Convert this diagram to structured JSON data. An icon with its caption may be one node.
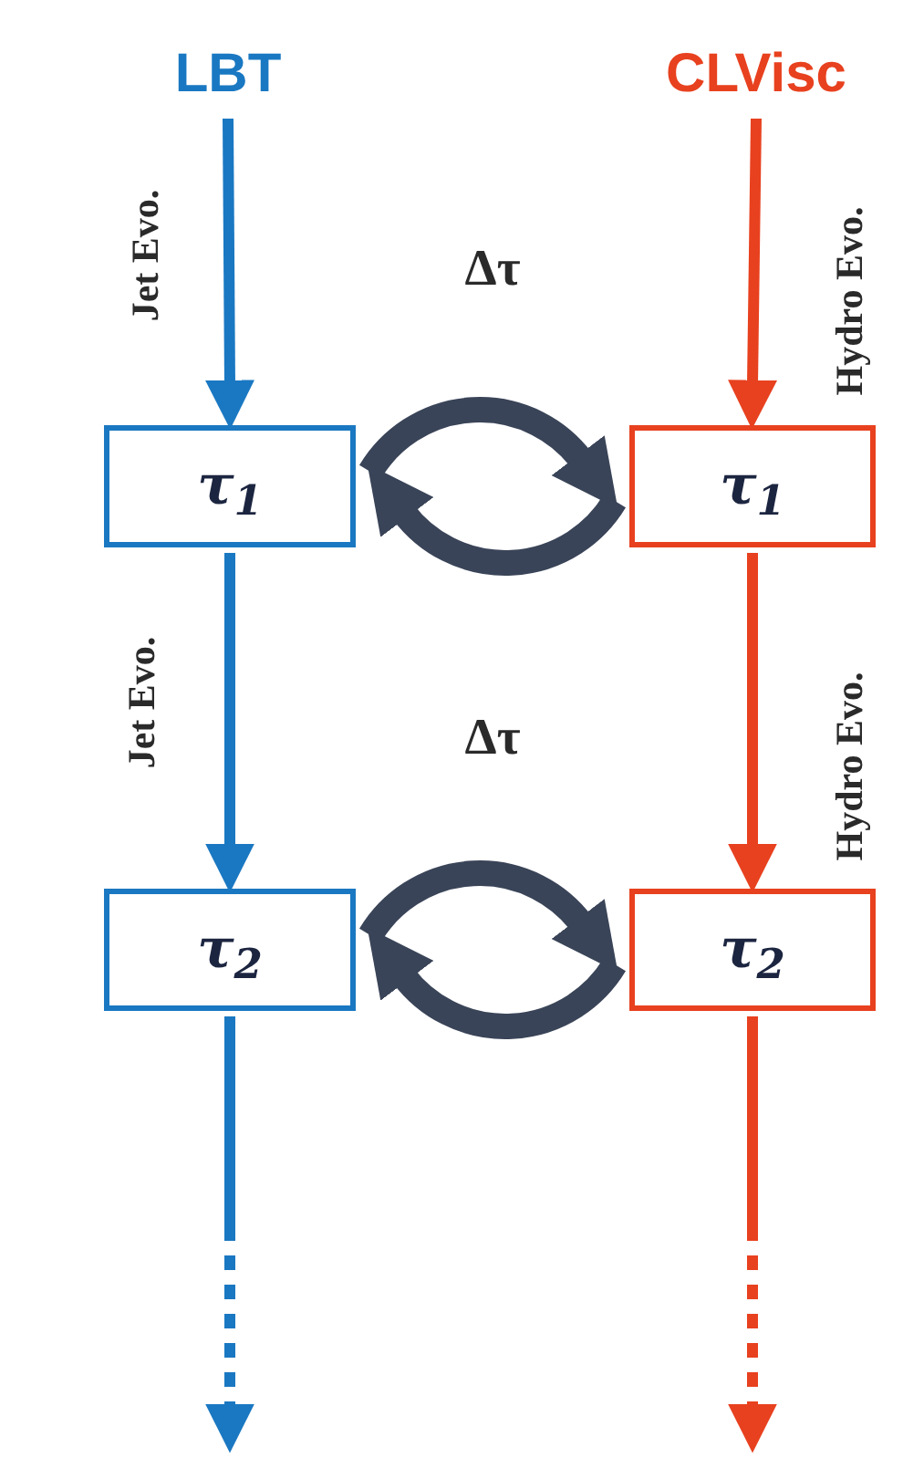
{
  "diagram": {
    "nodes": [
      {
        "text": [
          "LBT"
        ]
      },
      {
        "text": [
          "CLVisc"
        ]
      },
      {
        "text": [
          "τ$_{1}$"
        ]
      },
      {
        "text": [
          "τ$_{1}$"
        ]
      },
      {
        "text": [
          "τ$_{2}$"
        ]
      },
      {
        "text": [
          "τ$_{2}$"
        ]
      }
    ],
    "edges": [
      {
        "from": 0,
        "to": 2,
        "arrow": "to",
        "label": "Jet Evo.",
        "color": "#1a78c2"
      },
      {
        "from": 2,
        "to": 4,
        "arrow": "to",
        "label": "Jet Evo.",
        "color": "#1a78c2"
      },
      {
        "from": 4,
        "to": null,
        "arrow": "to",
        "style": "dashed",
        "color": "#1a78c2"
      },
      {
        "from": 1,
        "to": 3,
        "arrow": "to",
        "label": "Hydro Evo.",
        "color": "#e8411f"
      },
      {
        "from": 3,
        "to": 5,
        "arrow": "to",
        "label": "Hydro Evo.",
        "color": "#e8411f"
      },
      {
        "from": 5,
        "to": null,
        "arrow": "to",
        "style": "dashed",
        "color": "#e8411f"
      },
      {
        "from": 2,
        "to": 3,
        "arrow": "to",
        "label": "Δτ",
        "style": "thick",
        "color": "#3a4458"
      },
      {
        "from": 3,
        "to": 2,
        "arrow": "to",
        "style": "thick",
        "color": "#3a4458"
      },
      {
        "from": 4,
        "to": 5,
        "arrow": "to",
        "label": "Δτ",
        "style": "thick",
        "color": "#3a4458"
      },
      {
        "from": 5,
        "to": 4,
        "arrow": "to",
        "style": "thick",
        "color": "#3a4458"
      }
    ]
  }
}
